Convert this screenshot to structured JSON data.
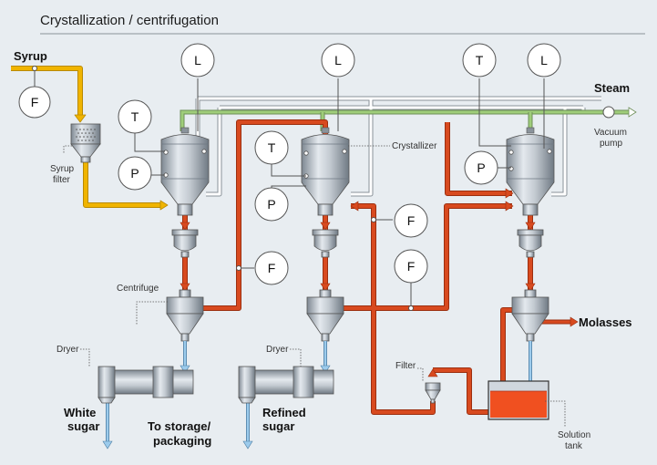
{
  "title": "Crystallization / centrifugation",
  "labels": {
    "syrup": "Syrup",
    "steam": "Steam",
    "vacuum_pump": [
      "Vacuum",
      "pump"
    ],
    "syrup_filter": [
      "Syrup",
      "filter"
    ],
    "crystallizer": "Crystallizer",
    "centrifuge": "Centrifuge",
    "dryer1": "Dryer",
    "dryer2": "Dryer",
    "filter": "Filter",
    "molasses": "Molasses",
    "white_sugar": [
      "White",
      "sugar"
    ],
    "to_storage": [
      "To storage/",
      "packaging"
    ],
    "refined_sugar": [
      "Refined",
      "sugar"
    ],
    "solution_tank": [
      "Solution",
      "tank"
    ]
  },
  "instruments": {
    "f_syrup": "F",
    "l1": "L",
    "t1": "T",
    "p1": "P",
    "l2": "L",
    "t2": "T",
    "p2": "P",
    "f_mid": "F",
    "f_low1": "F",
    "f_low2": "F",
    "t3": "T",
    "l3": "L",
    "p3": "P"
  },
  "colors": {
    "background": "#e8edf1",
    "syrup_line": "#f0b400",
    "product_line": "#d84a1f",
    "steam_line": "#8fbf6a",
    "vacuum_line": "#ffffff",
    "sugar_line": "#7fb8df",
    "tank_liquid": "#f05020"
  }
}
